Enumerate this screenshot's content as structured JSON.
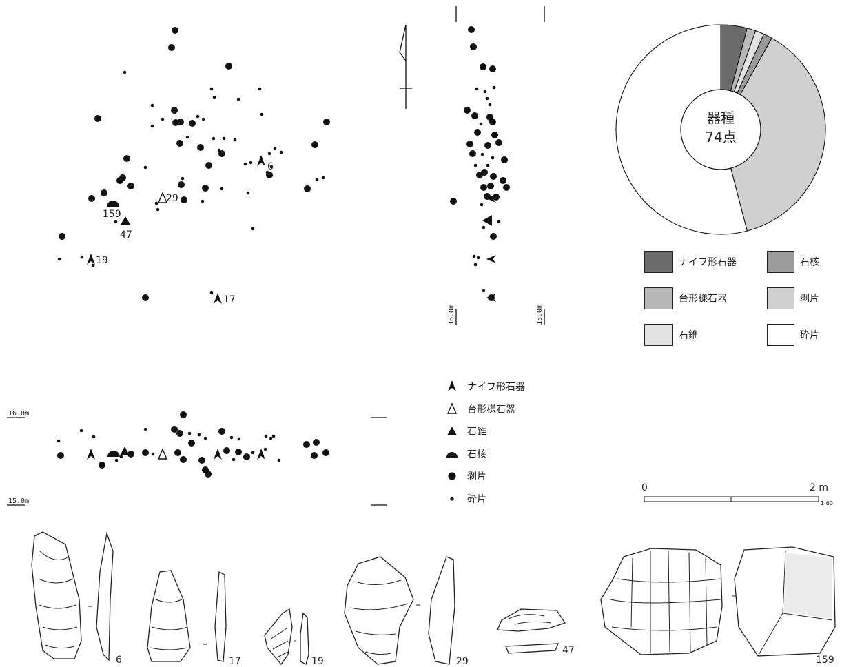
{
  "plan_labels": {
    "n6": "6",
    "n29": "29",
    "n159": "159",
    "n47": "47",
    "n19": "19",
    "n17": "17"
  },
  "elevation_labels": {
    "section_top": "16.0m",
    "section_bottom": "15.0m",
    "profile_left": "16.0m",
    "profile_right": "15.0m"
  },
  "chart_data": {
    "type": "pie",
    "title": "器種\n74点",
    "title_lines": [
      "器種",
      "74点"
    ],
    "total": 74,
    "categories": [
      "ナイフ形石器",
      "台形様石器",
      "石錐",
      "石核",
      "剥片",
      "砕片"
    ],
    "values": [
      3,
      1,
      1,
      1,
      28,
      40
    ],
    "colors": [
      "#6b6b6b",
      "#b8b8b8",
      "#e3e3e3",
      "#9b9b9b",
      "#d0d0d0",
      "#ffffff"
    ],
    "legend_order": [
      "ナイフ形石器",
      "石核",
      "台形様石器",
      "剥片",
      "石錐",
      "砕片"
    ]
  },
  "symbol_legend": [
    {
      "icon": "knife-tool-icon",
      "label": "ナイフ形石器"
    },
    {
      "icon": "trapezoid-tool-icon",
      "label": "台形様石器"
    },
    {
      "icon": "drill-icon",
      "label": "石錐"
    },
    {
      "icon": "core-icon",
      "label": "石核"
    },
    {
      "icon": "flake-icon",
      "label": "剥片"
    },
    {
      "icon": "chip-icon",
      "label": "砕片"
    }
  ],
  "scale_bar": {
    "start": "0",
    "end": "2 m",
    "ratio": "1:60"
  },
  "artifact_labels": [
    "6",
    "17",
    "19",
    "29",
    "47",
    "159"
  ]
}
